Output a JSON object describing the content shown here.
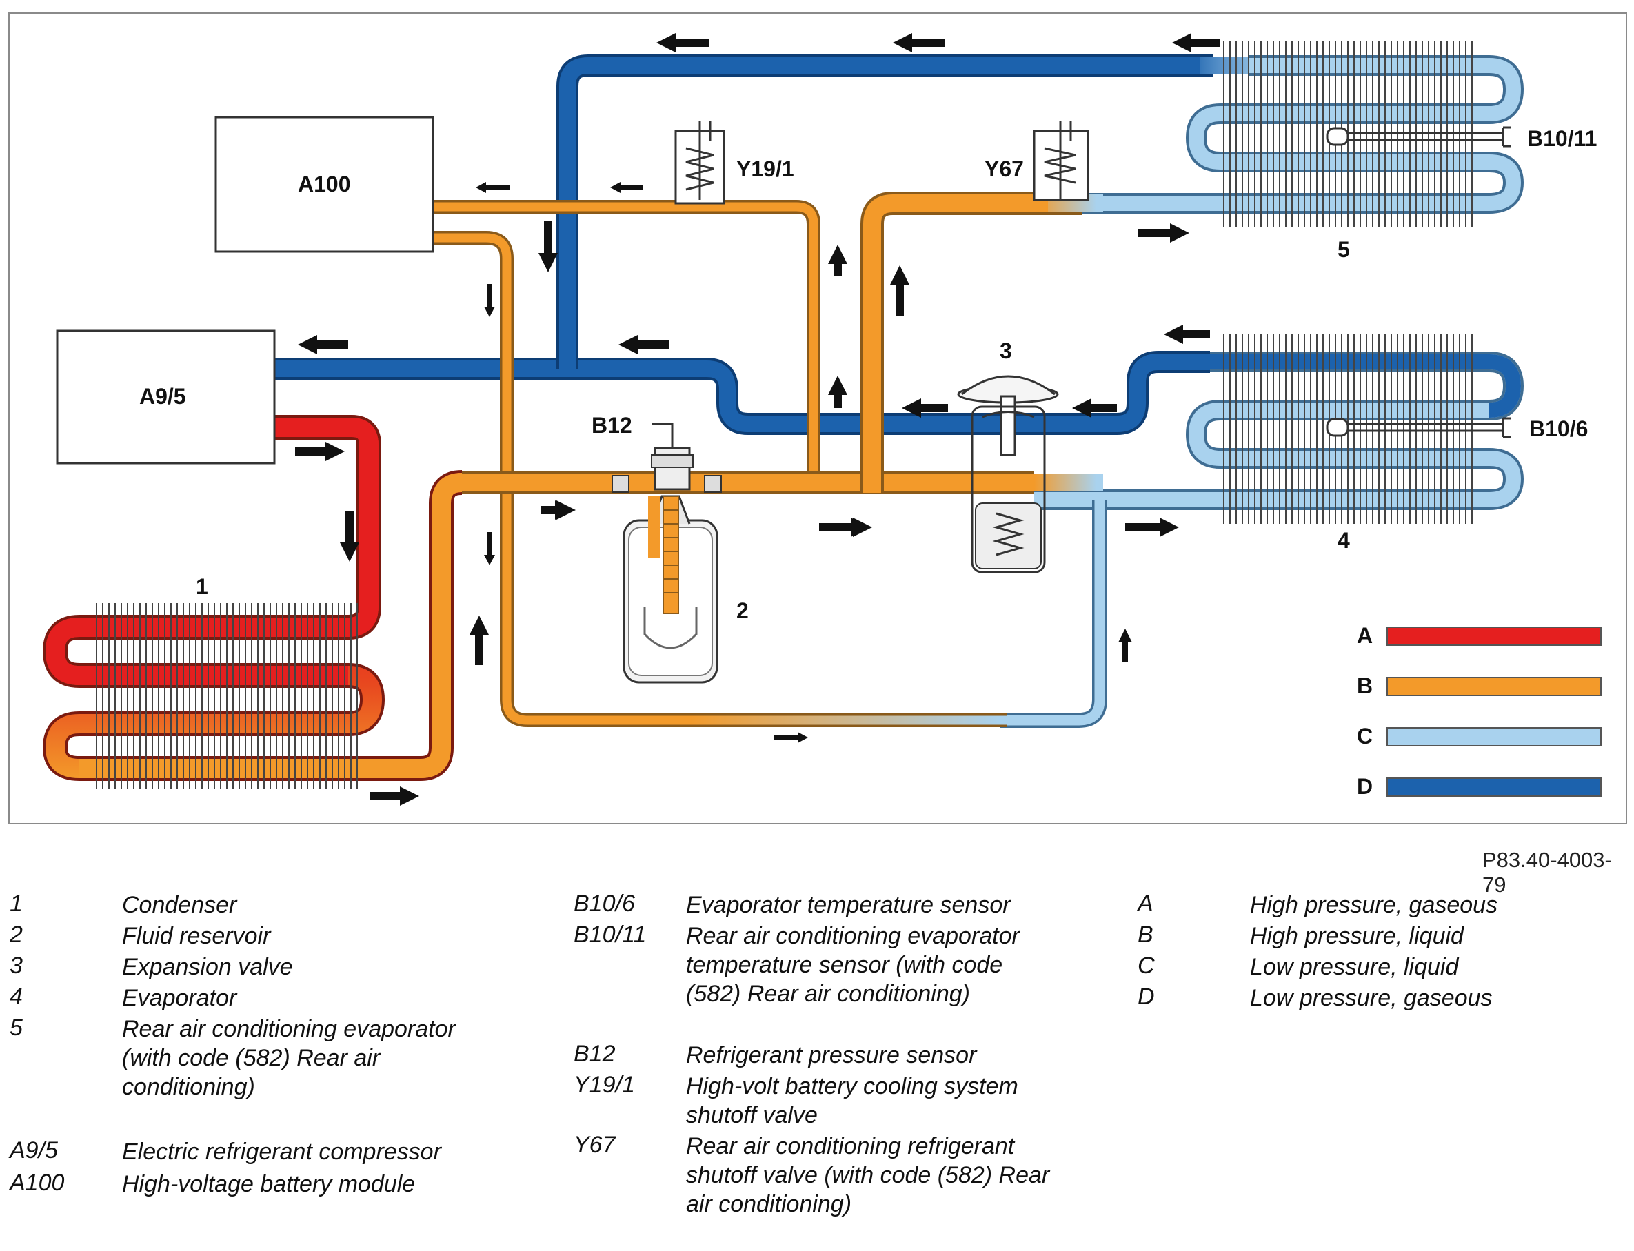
{
  "components": {
    "a100": "A100",
    "a9_5": "A9/5",
    "y19_1": "Y19/1",
    "y67": "Y67",
    "b12": "B12",
    "b10_11": "B10/11",
    "b10_6": "B10/6",
    "n1": "1",
    "n2": "2",
    "n3": "3",
    "n4": "4",
    "n5": "5"
  },
  "line_legend": [
    {
      "key": "A",
      "color": "#e51f1f"
    },
    {
      "key": "B",
      "color": "#f39a2a"
    },
    {
      "key": "C",
      "color": "#a9d2ee"
    },
    {
      "key": "D",
      "color": "#1c62ad"
    }
  ],
  "figure_code": "P83.40-4003-79",
  "legend": {
    "col1": [
      {
        "key": "1",
        "text": "Condenser"
      },
      {
        "key": "2",
        "text": "Fluid reservoir"
      },
      {
        "key": "3",
        "text": "Expansion valve"
      },
      {
        "key": "4",
        "text": "Evaporator"
      },
      {
        "key": "5",
        "text": "Rear air conditioning evaporator (with code (582) Rear air conditioning)"
      },
      {
        "key": "A9/5",
        "text": "Electric refrigerant compressor"
      },
      {
        "key": "A100",
        "text": "High-voltage battery module"
      }
    ],
    "col2": [
      {
        "key": "B10/6",
        "text": "Evaporator temperature sensor"
      },
      {
        "key": "B10/11",
        "text": "Rear air conditioning evaporator temperature sensor (with code (582) Rear air conditioning)"
      },
      {
        "key": "B12",
        "text": "Refrigerant pressure sensor"
      },
      {
        "key": "Y19/1",
        "text": "High-volt battery cooling system shutoff valve"
      },
      {
        "key": "Y67",
        "text": "Rear air conditioning refrigerant shutoff valve (with code (582) Rear air conditioning)"
      }
    ],
    "col3": [
      {
        "key": "A",
        "text": "High pressure, gaseous"
      },
      {
        "key": "B",
        "text": "High pressure, liquid"
      },
      {
        "key": "C",
        "text": "Low pressure, liquid"
      },
      {
        "key": "D",
        "text": "Low pressure, gaseous"
      }
    ]
  }
}
